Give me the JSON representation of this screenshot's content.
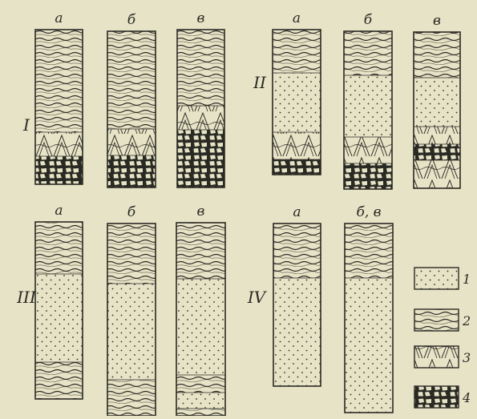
{
  "groups": [
    {
      "label": "I",
      "columns": [
        {
          "label": "а"
        },
        {
          "label": "б"
        },
        {
          "label": "в"
        }
      ]
    },
    {
      "label": "II",
      "columns": [
        {
          "label": "а"
        },
        {
          "label": "б"
        },
        {
          "label": "в"
        }
      ]
    },
    {
      "label": "III",
      "columns": [
        {
          "label": "а"
        },
        {
          "label": "б"
        },
        {
          "label": "в"
        }
      ]
    },
    {
      "label": "IV",
      "columns": [
        {
          "label": "а"
        },
        {
          "label": "б, в"
        }
      ]
    }
  ],
  "legend": [
    {
      "number": "1",
      "pattern": "dots"
    },
    {
      "number": "2",
      "pattern": "wavy-lines"
    },
    {
      "number": "3",
      "pattern": "wedges"
    },
    {
      "number": "4",
      "pattern": "blocks"
    }
  ],
  "colors": {
    "paper": "#e7e3c6",
    "ink": "#2a2a24"
  }
}
